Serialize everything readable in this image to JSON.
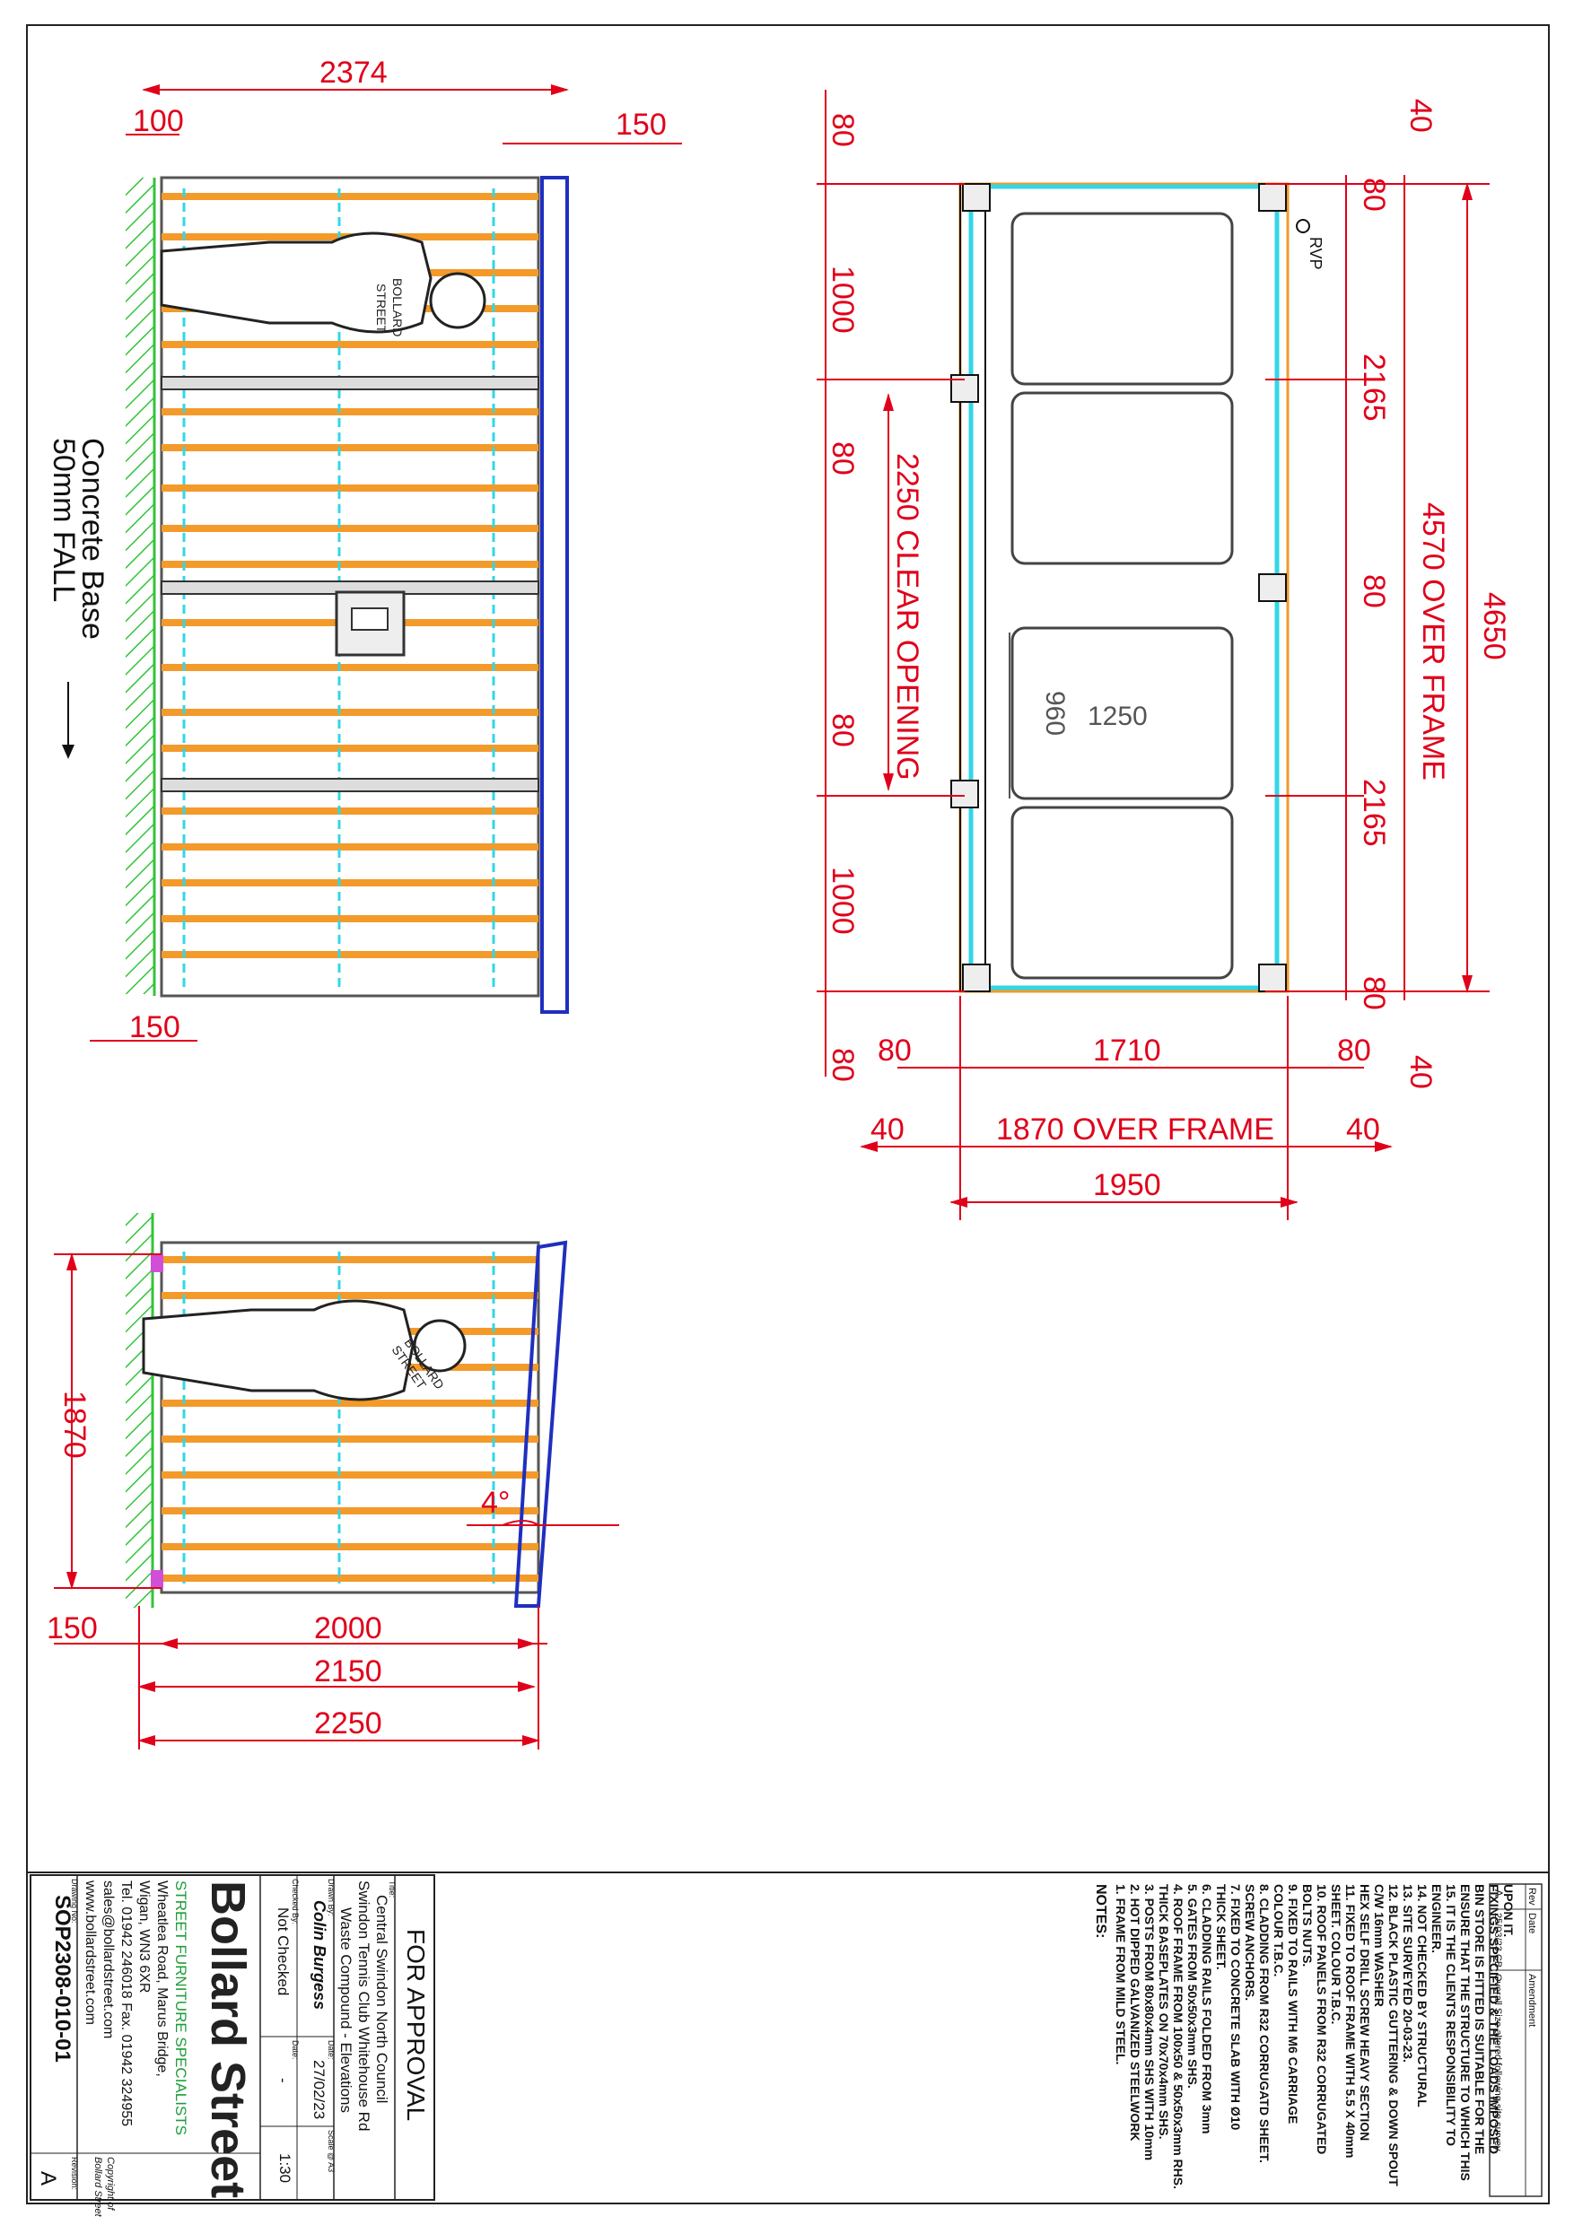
{
  "plan_view": {
    "overall_len": "4650",
    "over_frame_len": "4570  OVER FRAME",
    "end_margin_top": "40",
    "end_margin_bottom": "40",
    "post_top": "80",
    "post_mid": "80",
    "post_bottom": "80",
    "bay_upper": "2165",
    "bay_lower": "2165",
    "left_80_a": "80",
    "left_80_b": "80",
    "left_80_c": "80",
    "left_80_d": "80",
    "left_1000_a": "1000",
    "left_1000_b": "1000",
    "clear_opening": "2250 CLEAR OPENING",
    "rvp": "RVP",
    "bin_w": "1250",
    "bin_d": "960",
    "bottom_80_l": "80",
    "bottom_80_r": "80",
    "inner_w": "1710",
    "over_frame_w": "1870  OVER FRAME",
    "side_40_l": "40",
    "side_40_r": "40",
    "overall_w": "1950"
  },
  "front_elev": {
    "width": "2374",
    "left_100": "100",
    "right_150": "150",
    "bottom_150": "150",
    "base_label_1": "Concrete Base",
    "base_label_2": "50mm FALL",
    "badge_1": "BOLLARD",
    "badge_2": "STREET"
  },
  "side_elev": {
    "height": "1870",
    "angle": "4°",
    "left_150": "150",
    "d2000": "2000",
    "d2150": "2150",
    "d2250": "2250",
    "badge_1": "BOLLARD",
    "badge_2": "STREET"
  },
  "notes": {
    "heading": "NOTES:",
    "lines": [
      "1. FRAME FROM MILD STEEL.",
      "2. HOT DIPPED GALVANIZED STEELWORK",
      "3. POSTS FROM 80x80x4mm SHS WITH 10mm",
      "THICK BASEPLATES ON 70x70x4mm SHS.",
      "4. ROOF FRAME FROM 100x50 & 50x50x3mm RHS.",
      "5. GATES FROM 50x50x3mm SHS.",
      "6. CLADDING RAILS FOLDED FROM 3mm",
      "THICK SHEET.",
      "7. FIXED TO CONCRETE SLAB WITH Ø10",
      "SCREW ANCHORS.",
      "8. CLADDING FROM R32 CORRUGATD SHEET.",
      "COLOUR T.B.C.",
      "9. FIXED TO RAILS WITH M6 CARRIAGE",
      "BOLTS NUTS.",
      "10. ROOF PANELS FROM R32 CORRUGATED",
      "SHEET. COLOUR T.B.C.",
      "11. FIXED TO ROOF FRAME WITH 5.5 X 40mm",
      "HEX SELF DRILL SCREW HEAVY SECTION",
      "C/W 16mm WASHER",
      "12. BLACK PLASTIC GUTTERING & DOWN SPOUT",
      "13. SITE SURVEYED 20-03-23.",
      "14. NOT CHECKED BY STRUCTURAL",
      "ENGINEER.",
      "15. IT IS THE CLIENTS RESPONSIBILITY TO",
      "ENSURE THAT THE STRUCTURE TO WHICH THIS",
      "BIN STORE IS FITTED IS SUITABLE FOR THE",
      "FIXINGS SPECIFIED & THE LOADS IMPOSED",
      "UPON IT."
    ],
    "red_indices": [
      11,
      15
    ]
  },
  "revision": {
    "h_rev": "Rev",
    "h_date": "Date",
    "h_amend": "Amendment",
    "rev": "A",
    "date": "25/03/23 CB",
    "amend": "Overall Size altered following site survey."
  },
  "title_block": {
    "status": "FOR APPROVAL",
    "title_label": "Title:",
    "title_1": "Central Swindon North Council",
    "title_2": "Swindon Tennis Club   Whitehouse Rd",
    "title_3": "Waste Compound - Elevations",
    "drawn_label": "Drawn By:",
    "drawn_by": "Colin Burgess",
    "date_label": "Date:",
    "date": "27/02/23",
    "scale_label": "Scale @ A3",
    "scale": "1:30",
    "checked_label": "Checked By:",
    "checked_by": "Not Checked",
    "checked_date_label": "Date:",
    "checked_date": "-",
    "logo": "Bollard Street",
    "tagline": "STREET FURNITURE SPECIALISTS",
    "addr_1": "Wheatlea Road, Marus Bridge,",
    "addr_2": "Wigan, WN3 6XR",
    "tel": "Tel. 01942 246018  Fax. 01942 324955",
    "email": "sales@bollardstreet.com",
    "web": "www.bollardstreet.com",
    "copyright_1": "Copyright of",
    "copyright_2": "Bollard Street",
    "drawing_label": "Drawing No:",
    "drawing_no": "SOP2308-010-01",
    "revision_label": "Revision:",
    "revision": "A"
  },
  "colors": {
    "dim": "#e0001a",
    "timber": "#f39a2a",
    "frame_cyan": "#33d6e6",
    "ground": "#34c33a",
    "fascia": "#1f2fbf",
    "bracket": "#d14fd6",
    "logo_green": "#1e9c3a"
  }
}
